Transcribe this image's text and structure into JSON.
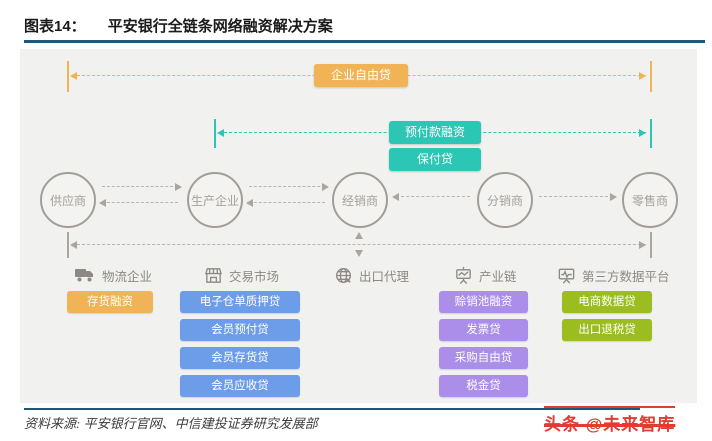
{
  "header": {
    "figure_label": "图表14：",
    "title": "平安银行全链条网络融资解决方案"
  },
  "colors": {
    "rule": "#1B587A",
    "orange": "#F0B356",
    "teal": "#2BC7B4",
    "blue": "#6D9DE9",
    "purple": "#AB8EE9",
    "green": "#9CBD1F",
    "gray": "#A9A5A0",
    "watermark_red": "#E23B30"
  },
  "diagram": {
    "chain_loans": {
      "top": "企业自由贷",
      "mid_1": "预付款融资",
      "mid_2": "保付贷"
    },
    "entities": [
      "供应商",
      "生产企业",
      "经销商",
      "分销商",
      "零售商"
    ],
    "categories": [
      {
        "icon": "truck-icon",
        "label": "物流企业",
        "products": [
          "存货融资"
        ]
      },
      {
        "icon": "store-icon",
        "label": "交易市场",
        "products": [
          "电子仓单质押贷",
          "会员预付贷",
          "会员存货贷",
          "会员应收贷"
        ]
      },
      {
        "icon": "globe-icon",
        "label": "出口代理",
        "products": []
      },
      {
        "icon": "board-icon",
        "label": "产业链",
        "products": [
          "赊销池融资",
          "发票贷",
          "采购自由贷",
          "税金贷"
        ]
      },
      {
        "icon": "monitor-icon",
        "label": "第三方数据平台",
        "products": [
          "电商数据贷",
          "出口退税贷"
        ]
      }
    ]
  },
  "footer": {
    "source": "资料来源: 平安银行官网、中信建投证券研究发展部",
    "watermark": "头条 @未来智库"
  }
}
